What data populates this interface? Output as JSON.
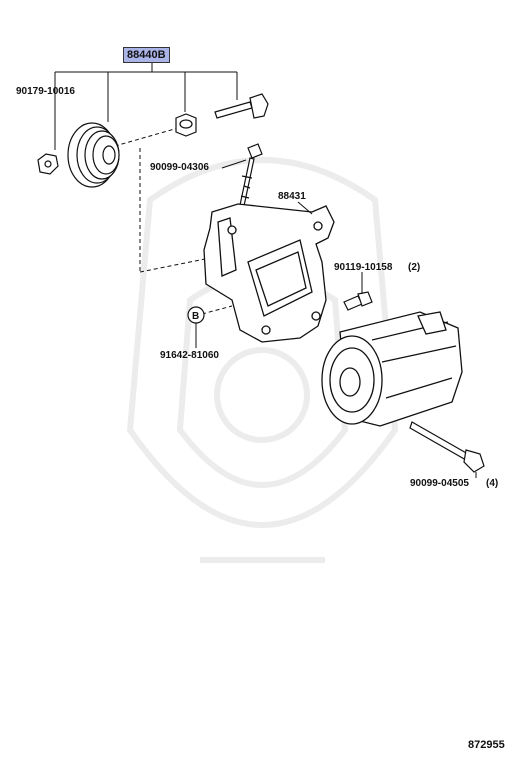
{
  "assembly_label": "88440B",
  "parts": {
    "nut_top": "90179-10016",
    "bolt_long": "90099-04306",
    "bracket": "88431",
    "bolt_short": "90119-10158",
    "bolt_short_qty": "(2)",
    "plug": "91642-81060",
    "plug_letter": "B",
    "bolt_compressor": "90099-04505",
    "bolt_compressor_qty": "(4)"
  },
  "diagram_number": "872955",
  "colors": {
    "highlight": "#aab4e6",
    "ink": "#111111",
    "watermark": "#eeeeee"
  }
}
